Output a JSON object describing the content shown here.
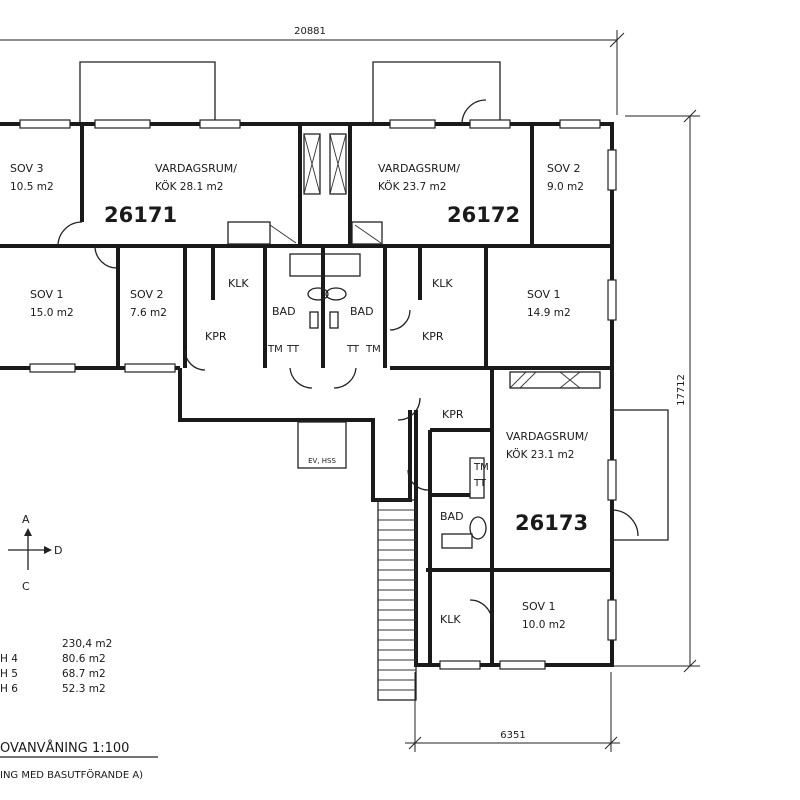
{
  "dimensions": {
    "top_width": "20881",
    "right_height": "17712",
    "bottom_width": "6351"
  },
  "apartments": [
    {
      "id": "26171"
    },
    {
      "id": "26172"
    },
    {
      "id": "26173"
    }
  ],
  "rooms": {
    "sov3_a": {
      "name": "SOV 3",
      "area": "10.5 m2"
    },
    "vardag_a": {
      "name": "VARDAGSRUM/",
      "area": "KÖK 28.1 m2"
    },
    "vardag_b": {
      "name": "VARDAGSRUM/",
      "area": "KÖK 23.7 m2"
    },
    "sov2_b": {
      "name": "SOV 2",
      "area": "9.0 m2"
    },
    "sov1_a": {
      "name": "SOV 1",
      "area": "15.0 m2"
    },
    "sov2_a": {
      "name": "SOV 2",
      "area": "7.6 m2"
    },
    "sov1_b": {
      "name": "SOV 1",
      "area": "14.9 m2"
    },
    "vardag_c": {
      "name": "VARDAGSRUM/",
      "area": "KÖK 23.1 m2"
    },
    "sov1_c": {
      "name": "SOV 1",
      "area": "10.0 m2"
    }
  },
  "small_labels": {
    "klk": "KLK",
    "bad": "BAD",
    "kpr": "KPR",
    "tm": "TM",
    "tt": "TT",
    "ev": "EV, HSS"
  },
  "compass": {
    "a": "A",
    "c": "C",
    "d": "D"
  },
  "areas_table": {
    "total": "230,4 m2",
    "rows": [
      {
        "label": "H 4",
        "value": "80.6 m2"
      },
      {
        "label": "H 5",
        "value": "68.7 m2"
      },
      {
        "label": "H 6",
        "value": "52.3 m2"
      }
    ]
  },
  "title": "OVANVÅNING 1:100",
  "subtitle": "ING MED BASUTFÖRANDE A)"
}
